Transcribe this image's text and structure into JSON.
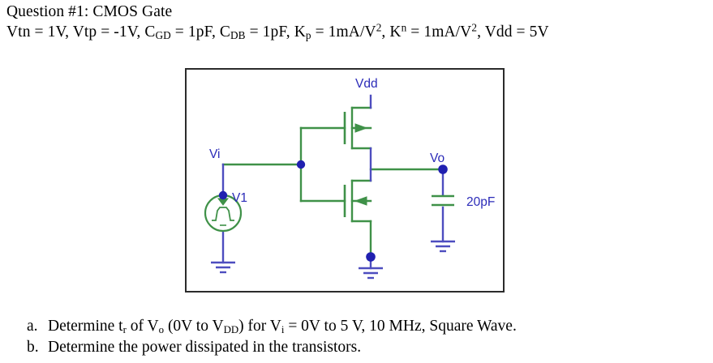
{
  "header": {
    "title_line": "Question #1: CMOS Gate",
    "params_parts": [
      {
        "t": "Vtn = 1V, Vtp = -1V, C",
        "k": "base"
      },
      {
        "t": "GD",
        "k": "sub"
      },
      {
        "t": " = 1pF, C",
        "k": "base"
      },
      {
        "t": "DB",
        "k": "sub"
      },
      {
        "t": " = 1pF, K",
        "k": "base"
      },
      {
        "t": "p",
        "k": "sub"
      },
      {
        "t": " = 1mA/V",
        "k": "base"
      },
      {
        "t": "2",
        "k": "sup"
      },
      {
        "t": ", K",
        "k": "base"
      },
      {
        "t": "n",
        "k": "sup"
      },
      {
        "t": " = 1mA/V",
        "k": "base"
      },
      {
        "t": "2",
        "k": "sup"
      },
      {
        "t": ", Vdd = 5V",
        "k": "base"
      }
    ],
    "params_plain": "Vtn = 1V, Vtp = -1V, C_GD = 1pF, C_DB = 1pF, K_p = 1mA/V^2, K^n = 1mA/V^2, Vdd = 5V"
  },
  "circuit": {
    "labels": {
      "vdd": "Vdd",
      "vi": "Vi",
      "v1": "V1",
      "vo": "Vo",
      "cap_value": "20pF"
    },
    "colors": {
      "wire_green": "#3f9148",
      "wire_blue": "#4d4dbf",
      "node_dot": "#2020b0",
      "label_text": "#2b2bb8",
      "frame": "#2b2b2b"
    },
    "components": [
      {
        "name": "pmos-transistor",
        "type": "PMOS",
        "terminals": [
          "gate",
          "drain",
          "source"
        ]
      },
      {
        "name": "nmos-transistor",
        "type": "NMOS",
        "terminals": [
          "gate",
          "drain",
          "source"
        ]
      },
      {
        "name": "voltage-source-v1",
        "type": "pulse-source",
        "label": "V1"
      },
      {
        "name": "load-capacitor",
        "type": "capacitor",
        "label": "20pF"
      },
      {
        "name": "ground-source",
        "type": "ground"
      },
      {
        "name": "ground-nmos",
        "type": "ground"
      },
      {
        "name": "ground-capacitor",
        "type": "ground"
      }
    ]
  },
  "questions": [
    {
      "marker": "a.",
      "parts": [
        {
          "t": "Determine t",
          "k": "base"
        },
        {
          "t": "r",
          "k": "sub"
        },
        {
          "t": " of V",
          "k": "base"
        },
        {
          "t": "o",
          "k": "sub"
        },
        {
          "t": " (0V to V",
          "k": "base"
        },
        {
          "t": "DD",
          "k": "sub"
        },
        {
          "t": ") for V",
          "k": "base"
        },
        {
          "t": "i",
          "k": "sub"
        },
        {
          "t": " = 0V to 5 V, 10 MHz, Square Wave.",
          "k": "base"
        }
      ],
      "plain": "Determine t_r of V_o (0V to V_DD) for V_i = 0V to 5 V, 10 MHz, Square Wave."
    },
    {
      "marker": "b.",
      "parts": [
        {
          "t": "Determine the power dissipated in the transistors.",
          "k": "base"
        }
      ],
      "plain": "Determine the power dissipated in the transistors."
    }
  ]
}
